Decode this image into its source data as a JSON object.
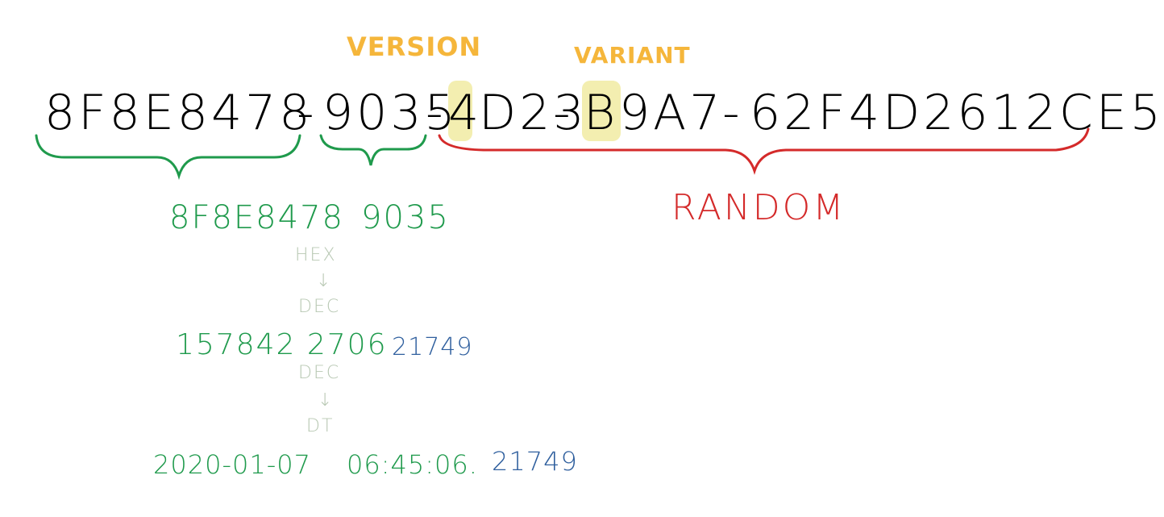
{
  "uuid": {
    "seg1": "8F8E8478",
    "dash1": "-",
    "seg2": "9035",
    "dash2": "-",
    "version_char": "4",
    "seg3_rest": "D23",
    "dash3": "-",
    "variant_char": "B",
    "seg4_rest": "9A7",
    "dash4": "-",
    "seg5": "62F4D2612CE5"
  },
  "labels": {
    "version": "VERSION",
    "variant": "VARIANT",
    "random": "RANDOM"
  },
  "conversion": {
    "hex_combined_a": "8F8E8478",
    "hex_combined_b": "9035",
    "step_hex": "HEX",
    "step_dec": "DEC",
    "dec_main": "157842 2706",
    "dec_tail": "21749",
    "step_dec2": "DEC",
    "step_dt": "DT",
    "dt_date": "2020-01-07",
    "dt_time": "06:45:06.",
    "dt_frac": "21749",
    "arrow": "↓"
  },
  "colors": {
    "ink": "#000000",
    "brace_green": "#1f9a4c",
    "brace_red": "#d42a2a",
    "label_orange": "#f5b63b",
    "highlight": "#f3eeb0",
    "faded": "#b8c8b3",
    "blue": "#2f5f9e"
  }
}
